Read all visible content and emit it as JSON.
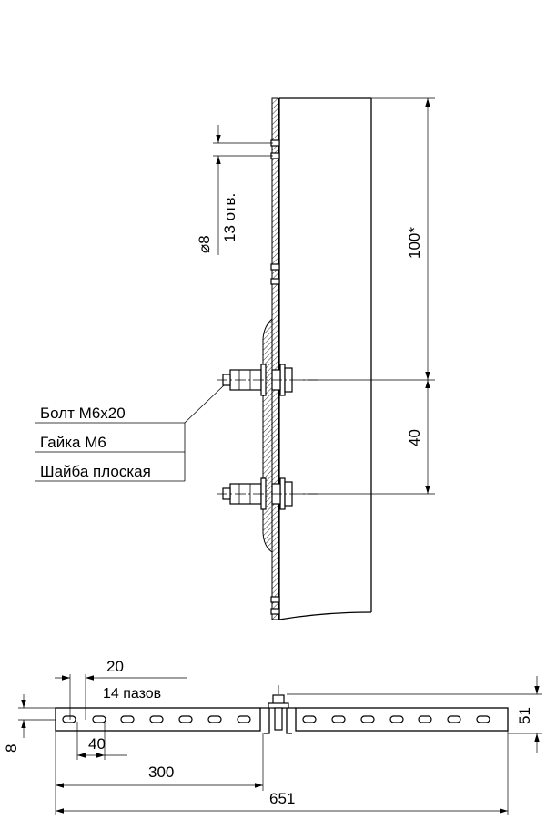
{
  "side_view": {
    "hole_diameter": "⌀8",
    "hole_count": "13 отв.",
    "height_dim": "100*",
    "bolt_spacing_dim": "40"
  },
  "callouts": {
    "bolt": "Болт М6х20",
    "nut": "Гайка М6",
    "washer": "Шайба плоская"
  },
  "bottom_view": {
    "slot_pitch_dim": "20",
    "slot_count": "14 пазов",
    "slot_spacing_dim": "40",
    "half_length_dim": "300",
    "total_length_dim": "651",
    "width_dim": "51",
    "thickness_dim": "8"
  }
}
